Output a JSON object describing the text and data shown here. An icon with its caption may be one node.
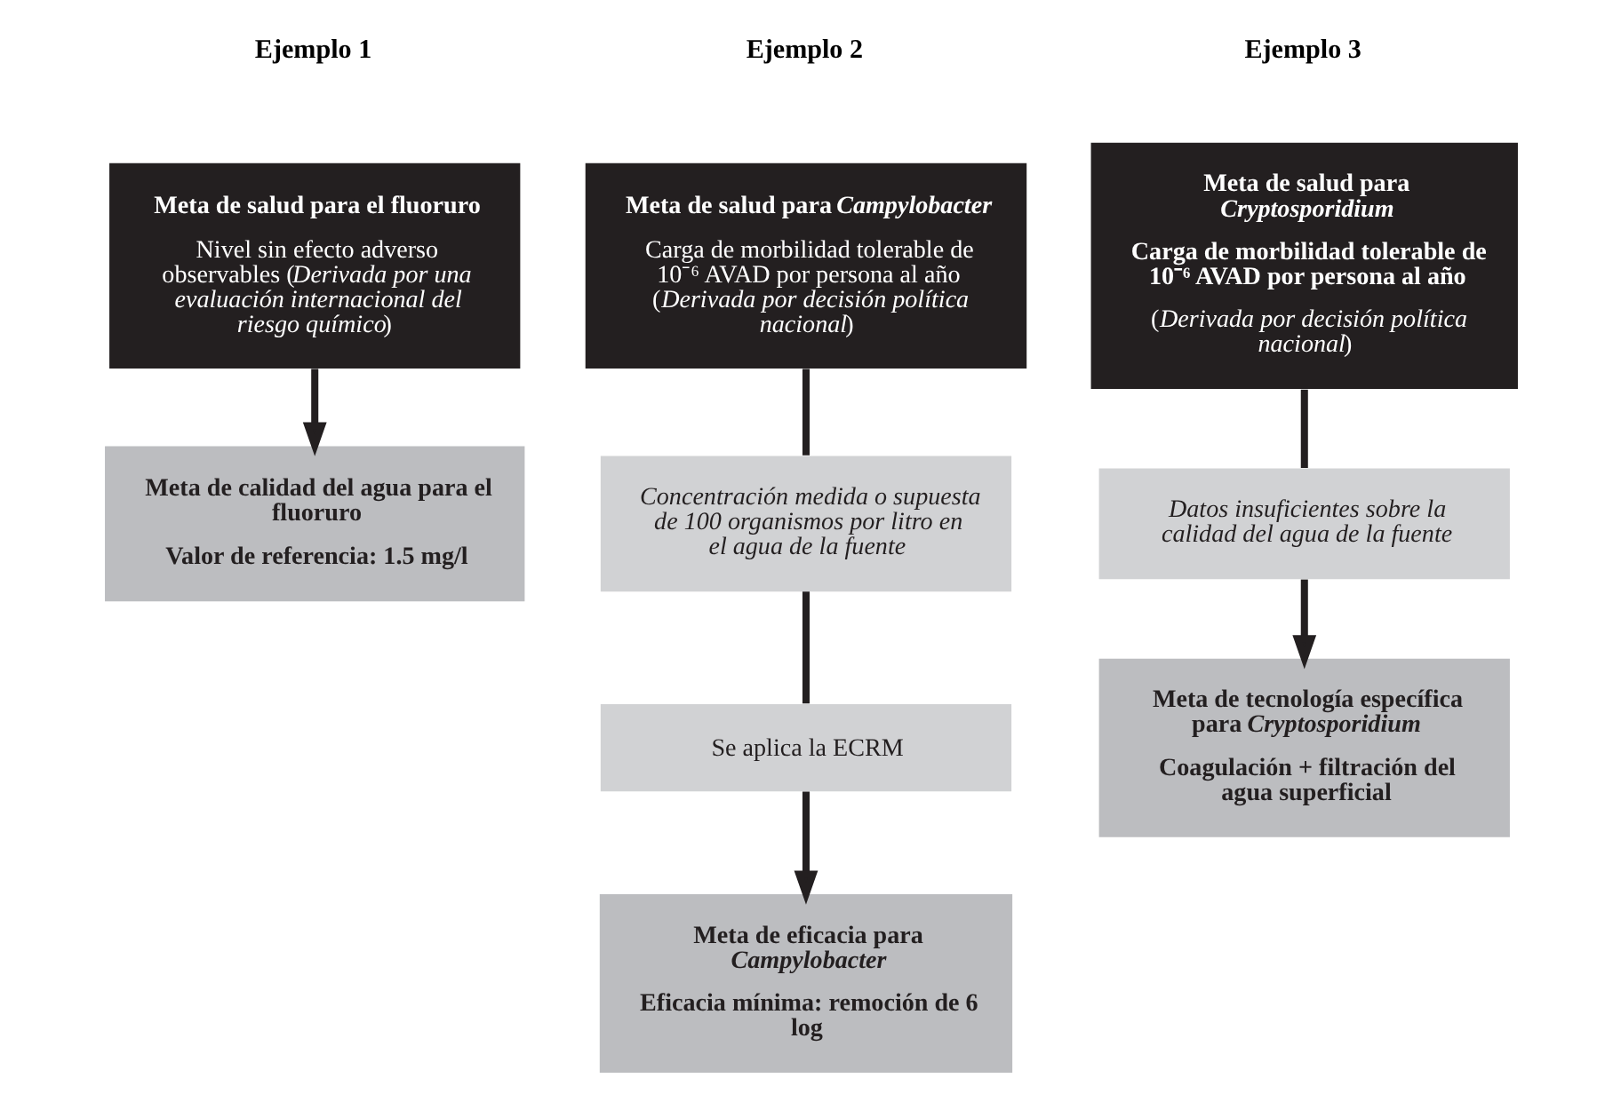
{
  "diagram": {
    "nodes": [
      {
        "text": [
          "Meta de salud para el fluoruro",
          "Nivel sin efecto adverso observables (*Derivada por una evaluación internacional del riesgo químico*)"
        ]
      },
      {
        "text": [
          "Meta de calidad del agua para el fluoruro",
          "Valor de referencia: 1.5 mg/l"
        ]
      },
      {
        "text": [
          "Meta de salud para *Campylobacter*",
          "Carga de morbilidad tolerable de 10⁻⁶ AVAD por persona al año (*Derivada por decisión política nacional*)"
        ]
      },
      {
        "text": [
          "Concentración medida o supuesta de 100 organismos por litro en el agua de la fuente"
        ]
      },
      {
        "text": [
          "Se aplica la ECRM"
        ]
      },
      {
        "text": [
          "Meta de eficacia para *Campylobacter*",
          "Eficacia mínima: remoción de 6 log"
        ]
      },
      {
        "text": [
          "Meta de salud para *Cryptosporidium*",
          "Carga de morbilidad tolerable de 10⁻⁶ AVAD por persona al año",
          "(*Derivada por decisión política nacional*)"
        ]
      },
      {
        "text": [
          "Datos insuficientes sobre la calidad del agua de la fuente"
        ]
      },
      {
        "text": [
          "Meta de tecnología específica para *Cryptosporidium*",
          "Coagulación + filtración del agua superficial"
        ]
      }
    ],
    "edges": [
      {
        "from": 0,
        "to": 1,
        "arrow": "to"
      },
      {
        "from": 2,
        "to": 3,
        "arrow": "none"
      },
      {
        "from": 3,
        "to": 4,
        "arrow": "none"
      },
      {
        "from": 4,
        "to": 5,
        "arrow": "to"
      },
      {
        "from": 6,
        "to": 7,
        "arrow": "none"
      },
      {
        "from": 7,
        "to": 8,
        "arrow": "to"
      }
    ],
    "labels": [
      "Ejemplo 1",
      "Ejemplo 2",
      "Ejemplo 3"
    ]
  }
}
